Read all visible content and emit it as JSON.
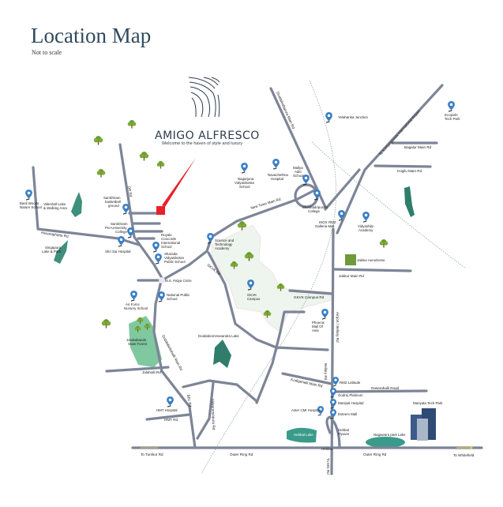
{
  "header": {
    "title": "Location Map",
    "subtitle": "Not to scale"
  },
  "brand": {
    "name": "AMIGO ALFRESCO",
    "tagline": "Welcome to the haven of style and luxury"
  },
  "colors": {
    "road": "#7d8597",
    "pin": "#3a7fc4",
    "lake": "#3a9b8a",
    "forest": "#7fc8a0",
    "campus": "#eef4ee",
    "project": "#e8202a",
    "aerodrome": "#6e9a3a"
  },
  "places": {
    "basil": [
      "Basil Woods",
      "Nature School"
    ],
    "valeshall": [
      "Valeshall Lake",
      "& Walking Area"
    ],
    "sambhram_ground": [
      "Sambhram",
      "basketball",
      "ground"
    ],
    "sambhram_college": [
      "Sambhram",
      "Pre-University",
      "College"
    ],
    "sai": [
      "Shri Sai Hospital"
    ],
    "royale": [
      "Royale",
      "Concorde",
      "International",
      "School"
    ],
    "sharada": [
      "Sharada",
      "Vidyaniketan",
      "Public School"
    ],
    "mspalya": [
      "M.S. Palya Circle"
    ],
    "nps": [
      "National Public",
      "School"
    ],
    "airforce": [
      "Air Force",
      "Nursery School"
    ],
    "jarakabande": [
      "Jarakabande",
      "State Forest"
    ],
    "doddabommasandra": [
      "Doddabommasandra Lake"
    ],
    "singapura": [
      "Singapura",
      "Lake & Park"
    ],
    "nagarjuna": [
      "Nagarjuna",
      "Vidyaniketan",
      "School"
    ],
    "navachethna": [
      "Navachethna",
      "Hospital"
    ],
    "mallya": [
      "Mallya",
      "Aditi",
      "School"
    ],
    "sheshadri": [
      "Sheshadripuram",
      "College"
    ],
    "science": [
      "Science and",
      "Technology",
      "Academy"
    ],
    "gkvk": [
      "GKVK",
      "Campus"
    ],
    "inox": [
      "INOX RMZ",
      "Galleria Mall"
    ],
    "vidyashilp": [
      "Vidyashilp",
      "Academy"
    ],
    "yelahanka": [
      "Yelahanka Junction"
    ],
    "ecopolis": [
      "Ecopolis",
      "Tech Park"
    ],
    "jakkur_aero": [
      "Jakkur Aerodrome"
    ],
    "phoenix": [
      "Phoenix",
      "Mall Of",
      "Asia"
    ],
    "rmz": [
      "RMZ Latitude"
    ],
    "godrej": [
      "Godrej Platinum"
    ],
    "manipal": [
      "Manipal Hospital"
    ],
    "aster": [
      "Aster CMI Hospital"
    ],
    "esteem": [
      "Esteem Mall"
    ],
    "hmt_hosp": [
      "HMT Hospital"
    ],
    "hebbal_flyover": [
      "Hebbal",
      "Flyover"
    ],
    "hebbal_lake": [
      "Hebbal Lake"
    ],
    "nagawara": [
      "Nagawara park Lake"
    ],
    "manyata": [
      "Manyata Tech Park"
    ],
    "hebbal": [
      "Hebbal"
    ]
  },
  "roads": {
    "doddaballapura": "Doddaballapura Main Rd",
    "airport": "To Kempegowda International Airport",
    "bagalur": "Bagalur Main Rd",
    "kogilu": "Kogilu Main Rd",
    "newtown": "New Town Main Rd",
    "jakkur": "Jakkur Main Rd",
    "gkvk_campus": "GKVK Campus Rd",
    "gkvk": "GKVK Rd",
    "airport_bellary": "Airport / Bellary Rd",
    "bellary": "Bellary Rd",
    "kodigehalli": "Kodigehalli Main Rd",
    "dasarahalli": "Dasarahalli Road",
    "dr": "DR Rd",
    "hesaraghatta": "Hesaraghatta Rd",
    "doddabettahalli": "Doddabettahalli Main Rd",
    "vidyaranyapura": "Vidyaranyapura Rd",
    "jalahalli": "Jalahalli Rd",
    "hmt": "HMT Rd",
    "bel": "BEL Rd",
    "tumkur": "To Tumkur Rd",
    "orr1": "Outer Ring Rd",
    "orr2": "Outer Ring Rd",
    "mg": "To MG Rd",
    "whitefield": "To Whitefield"
  }
}
